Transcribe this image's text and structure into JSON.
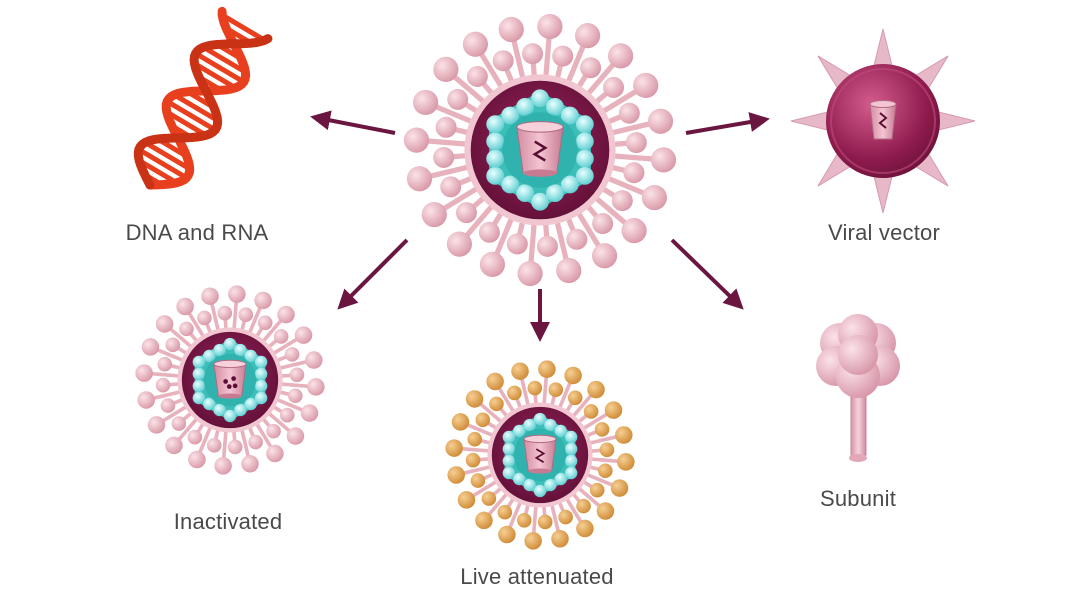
{
  "diagram": {
    "center": {
      "name": "pathogen",
      "icon": "virus-icon"
    },
    "vaccine_types": [
      {
        "id": "dna-rna",
        "label": "DNA and RNA",
        "icon": "dna-helix-icon"
      },
      {
        "id": "viral-vector",
        "label": "Viral vector",
        "icon": "viral-vector-icon"
      },
      {
        "id": "inactivated",
        "label": "Inactivated",
        "icon": "inactivated-virus-icon"
      },
      {
        "id": "live-attenuated",
        "label": "Live attenuated",
        "icon": "live-attenuated-virus-icon"
      },
      {
        "id": "subunit",
        "label": "Subunit",
        "icon": "subunit-protein-icon"
      }
    ],
    "colors": {
      "membrane": "#7a1748",
      "spike": "#e8b2bd",
      "capsid": "#3bbfb8",
      "capsid_bead": "#9fe8ea",
      "core": "#e2a1b4",
      "dna": "#e8401f",
      "arrow": "#6b1641",
      "attenuated_spike": "#e0a050",
      "vector": "#a8285c",
      "subunit": "#e7b0bf"
    }
  }
}
